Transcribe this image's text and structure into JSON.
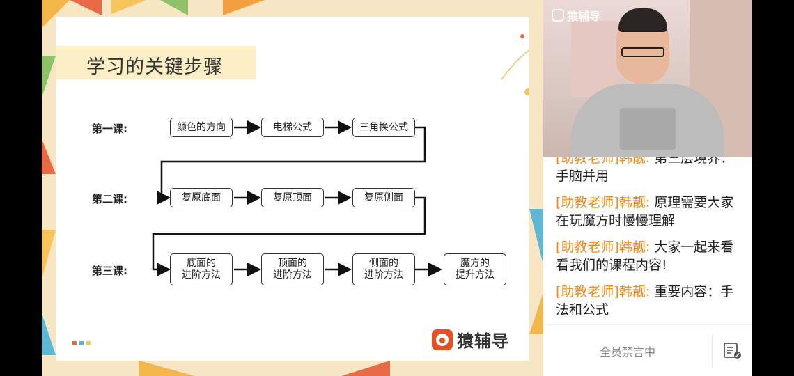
{
  "slide": {
    "title": "学习的关键步骤",
    "lessons": [
      {
        "label": "第一课:",
        "steps": [
          "颜色的方向",
          "电梯公式",
          "三角换公式"
        ]
      },
      {
        "label": "第二课:",
        "steps": [
          "复原底面",
          "复原顶面",
          "复原侧面"
        ]
      },
      {
        "label": "第三课:",
        "steps": [
          [
            "底面的",
            "进阶方法"
          ],
          [
            "顶面的",
            "进阶方法"
          ],
          [
            "侧面的",
            "进阶方法"
          ],
          [
            "魔方的",
            "提升方法"
          ]
        ]
      }
    ],
    "brand_name": "猿辅导",
    "colors": {
      "accent_orange": "#e8501e",
      "title_band": "#fcefc6",
      "background": "#f6e6c4"
    }
  },
  "video": {
    "overlay_logo": "猿辅导"
  },
  "chat": {
    "messages": [
      {
        "sender": "[助教老师]韩靓:",
        "text": " 第三层境界：手脑并用"
      },
      {
        "sender": "[助教老师]韩靓:",
        "text": " 原理需要大家在玩魔方时慢慢理解"
      },
      {
        "sender": "[助教老师]韩靓:",
        "text": " 大家一起来看看我们的课程内容!"
      },
      {
        "sender": "[助教老师]韩靓:",
        "text": " 重要内容：手法和公式"
      }
    ],
    "footer_status": "全员禁言中",
    "sender_color": "#f08a1c"
  }
}
